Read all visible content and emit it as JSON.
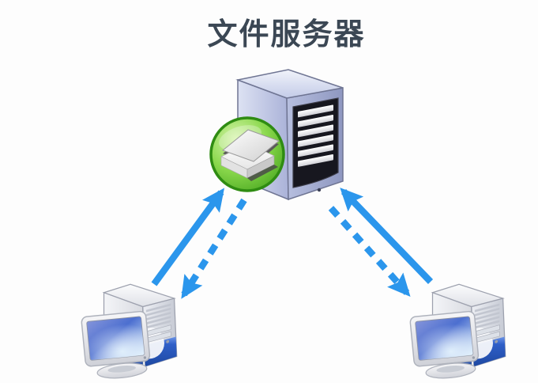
{
  "title": "文件服务器",
  "nodes": {
    "server": {
      "label": "文件服务器",
      "icon": "file-server",
      "badge": "shared-book-badge"
    },
    "client_left": {
      "icon": "client-computer",
      "position": "bottom-left"
    },
    "client_right": {
      "icon": "client-computer",
      "position": "bottom-right"
    }
  },
  "connections": [
    {
      "from": "client-left",
      "to": "server",
      "style": "solid",
      "direction": "up"
    },
    {
      "from": "server",
      "to": "client-left",
      "style": "dashed",
      "direction": "down"
    },
    {
      "from": "client-right",
      "to": "server",
      "style": "solid",
      "direction": "up"
    },
    {
      "from": "server",
      "to": "client-right",
      "style": "dashed",
      "direction": "down"
    }
  ],
  "colors": {
    "background": "#fdfdfd",
    "title_text": "#3b4754",
    "arrow": "#2b96ec",
    "badge_green": "#55b42c",
    "server_body": "#b9c1e0",
    "server_panel": "#17171f",
    "client_base_blue": "#2f5fc8"
  }
}
